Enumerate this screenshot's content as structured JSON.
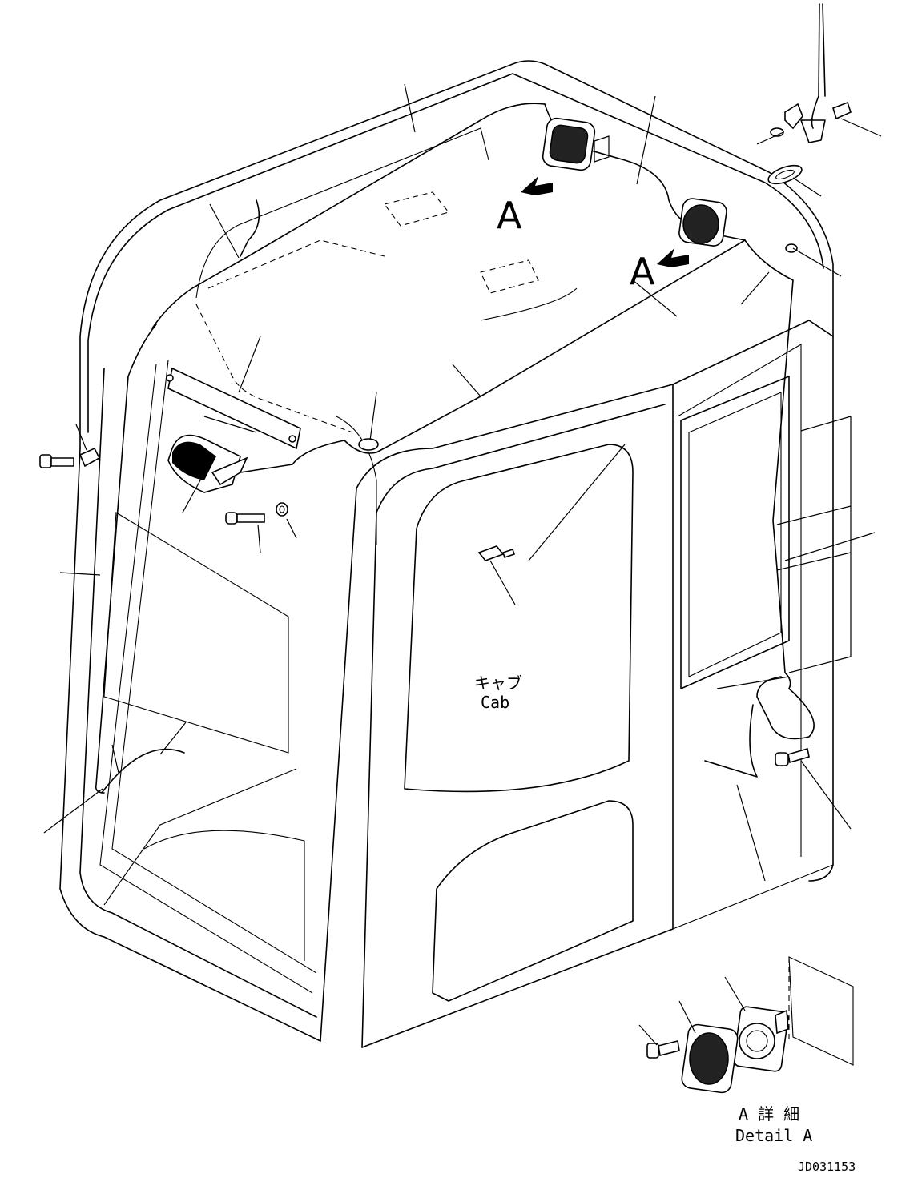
{
  "view_labels": {
    "view_a_1": "A",
    "view_a_2": "A"
  },
  "cab_label": {
    "jp": "キャブ",
    "en": "Cab"
  },
  "detail_label": {
    "jp": "A 詳 細",
    "en": "Detail A"
  },
  "drawing_number": "JD031153"
}
